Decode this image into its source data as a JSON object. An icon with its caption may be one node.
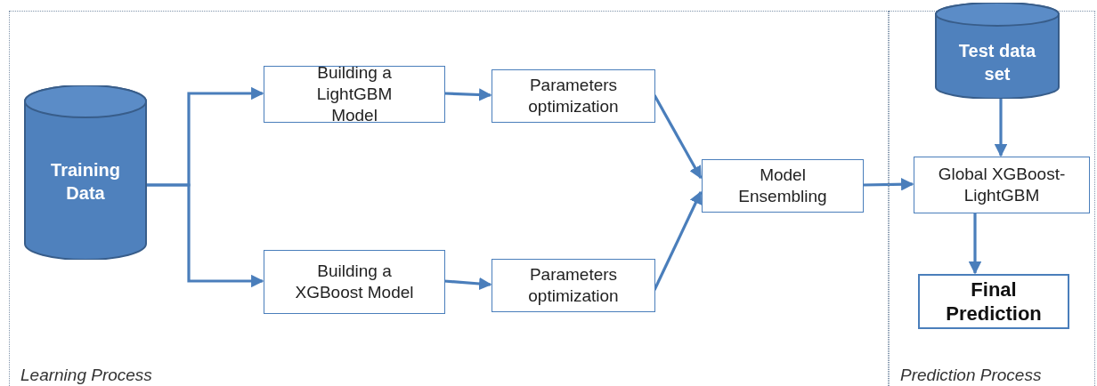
{
  "diagram": {
    "nodes": [
      {
        "text": [
          "Learning Process"
        ]
      },
      {
        "text": [
          "Prediction Process"
        ]
      },
      {
        "text": [
          "Training Data"
        ],
        "in": 0
      },
      {
        "text": [
          "Building a LightGBM Model"
        ],
        "in": 0
      },
      {
        "text": [
          "Parameters optimization"
        ],
        "in": 0
      },
      {
        "text": [
          "Building a XGBoost Model"
        ],
        "in": 0
      },
      {
        "text": [
          "Parameters optimization"
        ],
        "in": 0
      },
      {
        "text": [
          "Model Ensembling"
        ],
        "in": 0
      },
      {
        "text": [
          "Test data set"
        ]
      },
      {
        "text": [
          "Global XGBoost-LightGBM"
        ],
        "in": 1
      },
      {
        "text": [
          "Final Prediction"
        ],
        "in": 1
      }
    ],
    "edges": [
      {
        "from": 2,
        "to": 3,
        "arrow": "to"
      },
      {
        "from": 2,
        "to": 5,
        "arrow": "to"
      },
      {
        "from": 3,
        "to": 4,
        "arrow": "to"
      },
      {
        "from": 5,
        "to": 6,
        "arrow": "to"
      },
      {
        "from": 4,
        "to": 7,
        "arrow": "to"
      },
      {
        "from": 6,
        "to": 7,
        "arrow": "to"
      },
      {
        "from": 7,
        "to": 9,
        "arrow": "to"
      },
      {
        "from": 8,
        "to": 9,
        "arrow": "to"
      },
      {
        "from": 9,
        "to": 10,
        "arrow": "to"
      }
    ]
  }
}
